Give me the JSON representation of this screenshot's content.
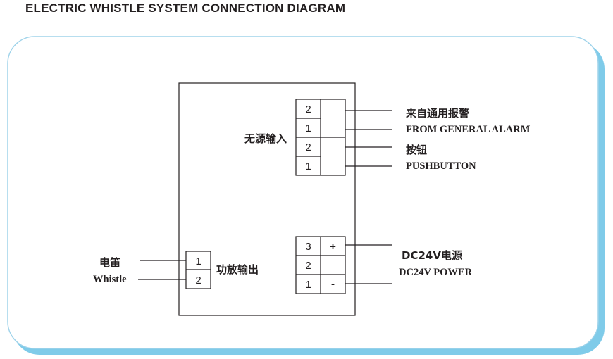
{
  "title": "ELECTRIC WHISTLE SYSTEM CONNECTION DIAGRAM",
  "colors": {
    "frame_border": "#9fd3ea",
    "frame_shadow": "#7fcbe9",
    "ink": "#231f20"
  },
  "passive_input": {
    "label_cn": "无源输入",
    "terminals": [
      "2",
      "1",
      "2",
      "1"
    ],
    "general_alarm": {
      "label_cn": "来自通用报警",
      "label_en": "FROM GENERAL ALARM"
    },
    "pushbutton": {
      "label_cn": "按钮",
      "label_en": "PUSHBUTTON"
    }
  },
  "amplifier_output": {
    "label_cn": "功放输出",
    "terminals": [
      "1",
      "2"
    ],
    "whistle": {
      "label_cn": "电笛",
      "label_en": "Whistle"
    }
  },
  "power": {
    "terminals": [
      "3",
      "2",
      "1"
    ],
    "polarity": [
      "+",
      "",
      "-"
    ],
    "label_cn": "DC24V电源",
    "label_en": "DC24V POWER"
  }
}
